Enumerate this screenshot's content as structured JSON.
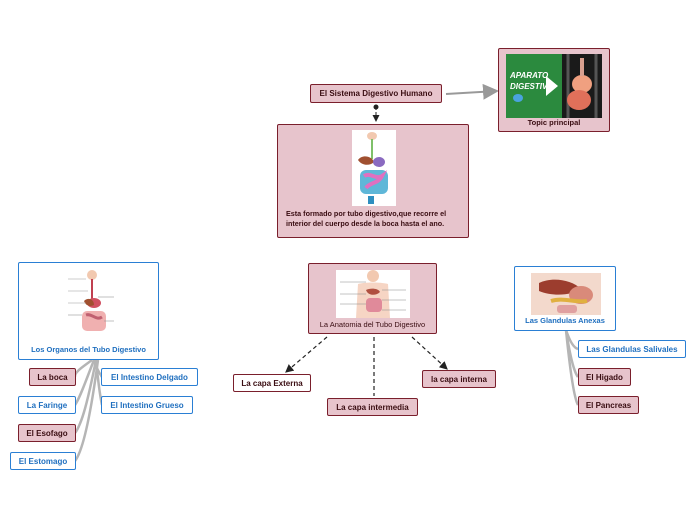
{
  "nodes": {
    "title": "El Sistema Digestivo Humano",
    "topic": "Topic principal",
    "topic_image_text": "APARATO DIGESTIVO",
    "description": "Esta formado por tubo digestivo,que recorre el interior del cuerpo desde la boca hasta el ano.",
    "organs_title": "Los Organos del Tubo Digestivo",
    "anatomy_title": "La Anatomia del Tubo Digestivo",
    "glands_title": "Las Glandulas Anexas",
    "organs": [
      "La boca",
      "La Faringe",
      "El Esofago",
      "El Estomago",
      "El Intestino Delgado",
      "El Intestino Grueso"
    ],
    "layers": [
      "La capa Externa",
      "La capa intermedia",
      "la capa interna"
    ],
    "glands": [
      "Las Glandulas Salivales",
      "El Higado",
      "El Pancreas"
    ]
  },
  "colors": {
    "pink_fill": "#e7c4cc",
    "dark_border": "#7a1f2c",
    "blue_border": "#2a7fd4",
    "blue_text": "#1f6fbf",
    "connector_gray": "#999999"
  }
}
